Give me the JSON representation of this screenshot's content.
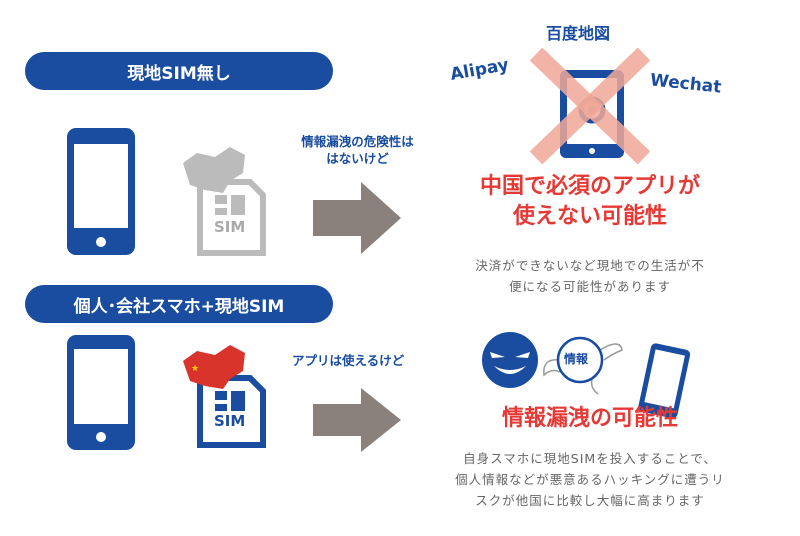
{
  "section1": {
    "title": "現地SIM無し",
    "note_lines": [
      "情報漏洩の危険性は",
      "はないけど"
    ],
    "sim_label": "SIM",
    "app_labels": {
      "top": "百度地図",
      "left": "Alipay",
      "right": "Wechat"
    },
    "result_lines": [
      "中国で必須のアプリが",
      "使えない可能性"
    ],
    "desc_lines": [
      "決済ができないなど現地での生活が不",
      "便になる可能性があります"
    ]
  },
  "section2": {
    "title": "個人･会社スマホ+現地SIM",
    "note": "アプリは使えるけど",
    "sim_label": "SIM",
    "bubble_label": "情報",
    "result": "情報漏洩の可能性",
    "desc_lines": [
      "自身スマホに現地SIMを投入することで、",
      "個人情報などが悪意あるハッキングに遭うリ",
      "スクが他国に比較し大幅に高まります"
    ]
  },
  "colors": {
    "blue": "#1a4d9f",
    "red": "#e53935",
    "gray_arrow": "#8a817c",
    "cross": "#f0a898"
  }
}
